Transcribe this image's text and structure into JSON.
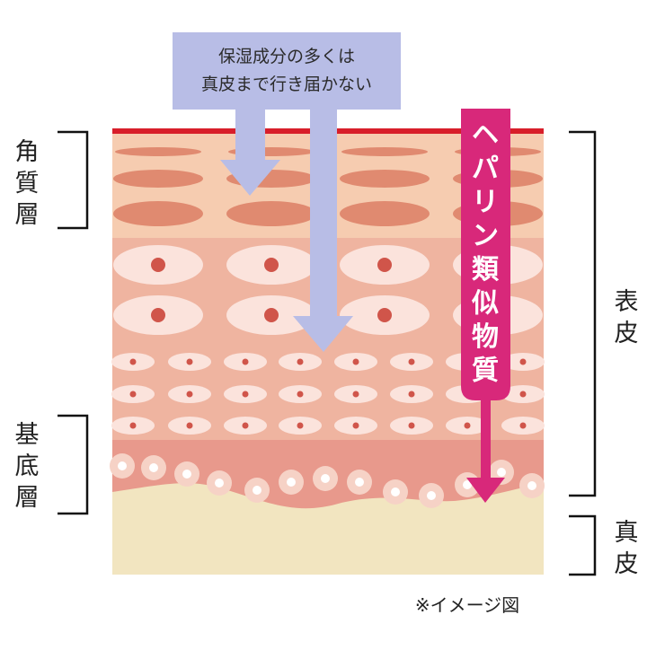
{
  "colors": {
    "stratum_corneum": "#f6ccb0",
    "cell_layer": "#efb4a0",
    "basal_layer": "#e8998c",
    "dermis": "#f2e5c0",
    "top_line": "#d81e2a",
    "flat_cell": "#e08a70",
    "cell_body": "#fbe3dc",
    "nucleus": "#d0554a",
    "moisture_arrow": "#b8bde6",
    "heparin_arrow": "#d8287a",
    "bracket": "#111111"
  },
  "labels": {
    "stratum_corneum": "角質層",
    "basal_layer": "基底層",
    "epidermis": "表皮",
    "dermis": "真皮"
  },
  "callout": {
    "line1": "保湿成分の多くは",
    "line2": "真皮まで行き届かない"
  },
  "heparin": {
    "label": "ヘパリン類似物質"
  },
  "note": "※イメージ図",
  "icons": {
    "moisture_arrows": "down-arrow-icon",
    "heparin_arrow": "down-arrow-icon"
  }
}
